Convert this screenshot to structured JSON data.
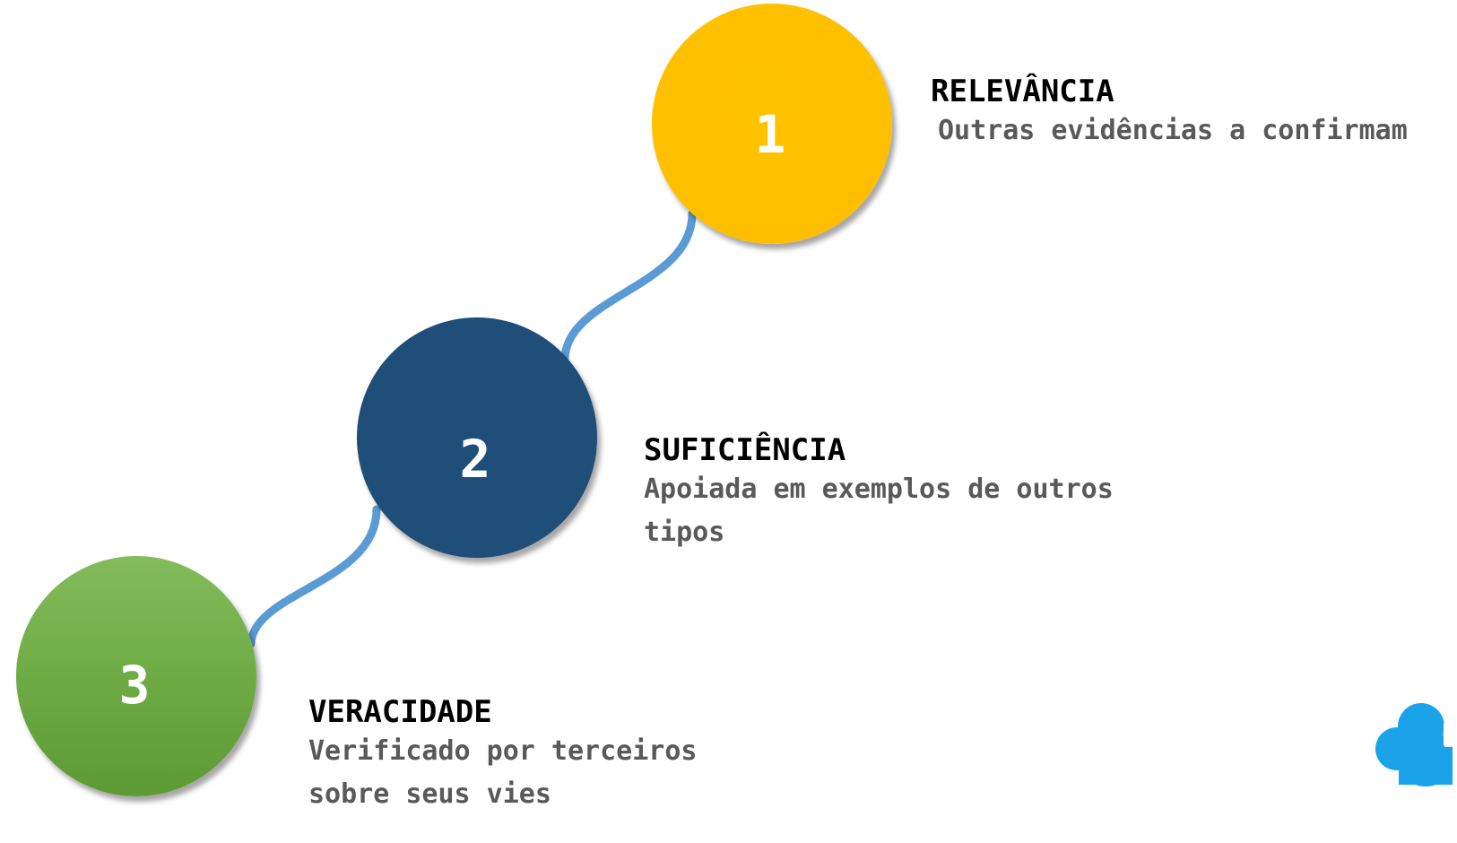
{
  "steps": [
    {
      "number": "1",
      "title": "RELEVÂNCIA",
      "description": "Outras evidências a confirmam",
      "color": "#FFC000"
    },
    {
      "number": "2",
      "title": "SUFICIÊNCIA",
      "description": "Apoiada em exemplos de outros tipos",
      "color": "#1F4E79"
    },
    {
      "number": "3",
      "title": "VERACIDADE",
      "description": "Verificado por terceiros sobre seus vies",
      "color": "#70AD47"
    }
  ],
  "connector_color": "#5B9BD5",
  "corner_icon": "cloud-icon"
}
